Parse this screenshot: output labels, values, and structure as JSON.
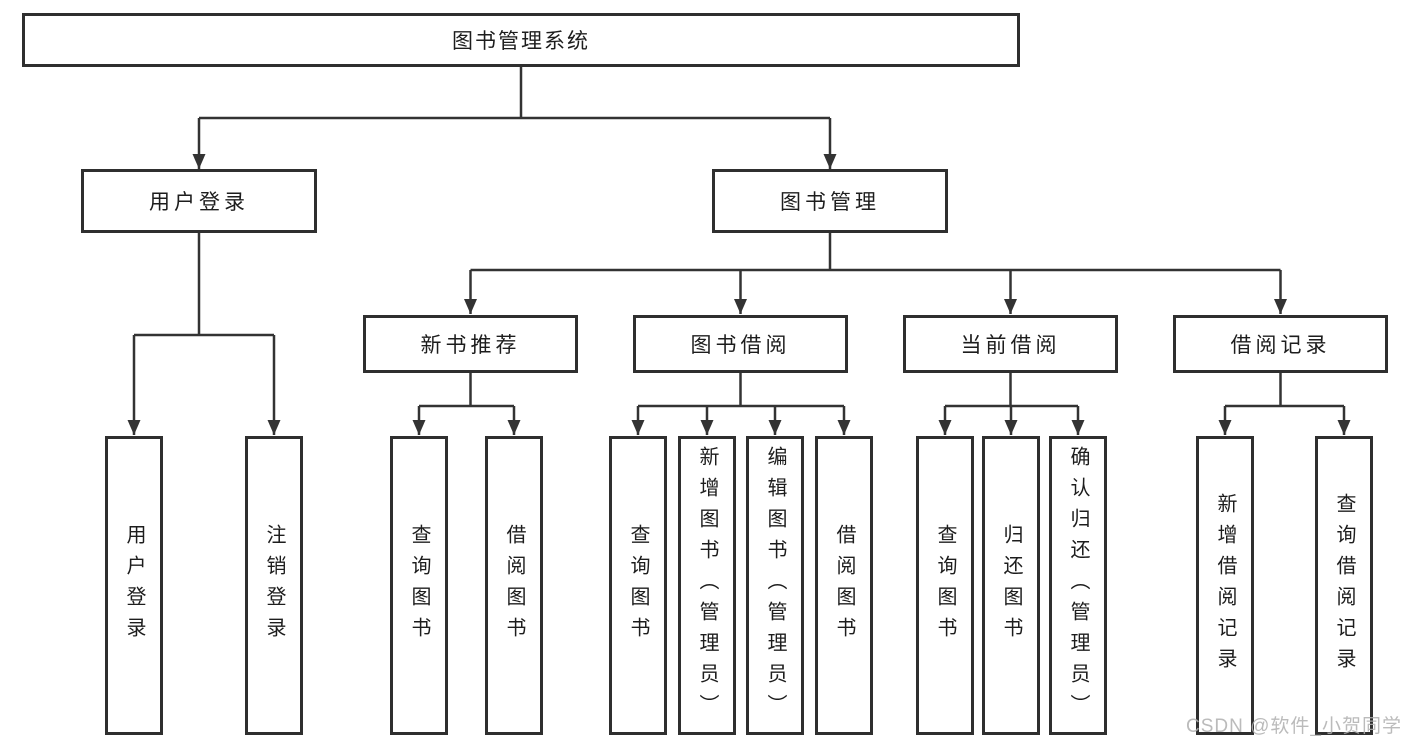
{
  "diagram": {
    "type": "hierarchy-tree",
    "root": {
      "label": "图书管理系统",
      "children": [
        {
          "label": "用户登录",
          "children": [
            {
              "label": "用户登录"
            },
            {
              "label": "注销登录"
            }
          ]
        },
        {
          "label": "图书管理",
          "children": [
            {
              "label": "新书推荐",
              "children": [
                {
                  "label": "查询图书"
                },
                {
                  "label": "借阅图书"
                }
              ]
            },
            {
              "label": "图书借阅",
              "children": [
                {
                  "label": "查询图书"
                },
                {
                  "label": "新增图书（管理员）"
                },
                {
                  "label": "编辑图书（管理员）"
                },
                {
                  "label": "借阅图书"
                }
              ]
            },
            {
              "label": "当前借阅",
              "children": [
                {
                  "label": "查询图书"
                },
                {
                  "label": "归还图书"
                },
                {
                  "label": "确认归还（管理员）"
                }
              ]
            },
            {
              "label": "借阅记录",
              "children": [
                {
                  "label": "新增借阅记录"
                },
                {
                  "label": "查询借阅记录"
                }
              ]
            }
          ]
        }
      ]
    },
    "colors": {
      "line": "#333333",
      "box_border": "#2f2f2f",
      "text": "#1d1d1d",
      "watermark": "#afafaf"
    }
  },
  "watermark": {
    "text": "CSDN @软件_小贺同学"
  }
}
